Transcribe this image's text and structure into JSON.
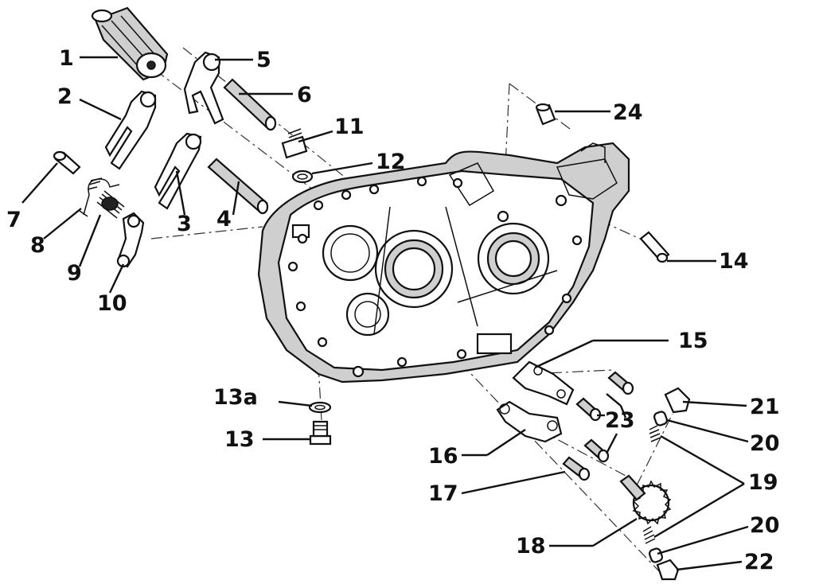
{
  "labels": {
    "l1": "1",
    "l2": "2",
    "l3": "3",
    "l4": "4",
    "l5": "5",
    "l6": "6",
    "l7": "7",
    "l8": "8",
    "l9": "9",
    "l10": "10",
    "l11": "11",
    "l12": "12",
    "l13a": "13a",
    "l13": "13",
    "l14": "14",
    "l15": "15",
    "l16": "16",
    "l17": "17",
    "l18": "18",
    "l19": "19",
    "l20a": "20",
    "l20b": "20",
    "l21": "21",
    "l22": "22",
    "l23": "23",
    "l24": "24"
  }
}
